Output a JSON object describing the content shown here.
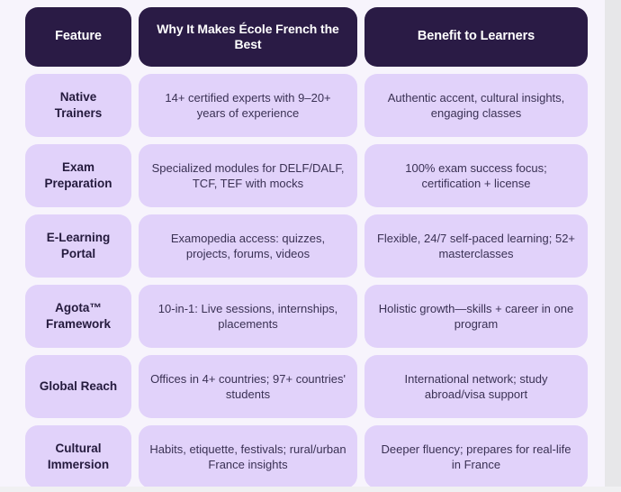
{
  "table": {
    "headers": [
      {
        "label": "Feature"
      },
      {
        "label": "Why It Makes École French the Best"
      },
      {
        "label": "Benefit to Learners"
      }
    ],
    "rows": [
      {
        "feature": "Native Trainers",
        "why": "14+ certified experts with 9–20+ years of experience",
        "benefit": "Authentic accent, cultural insights, engaging classes"
      },
      {
        "feature": "Exam Preparation",
        "why": "Specialized modules for DELF/DALF, TCF, TEF with mocks",
        "benefit": "100% exam success focus; certification + license"
      },
      {
        "feature": "E-Learning Portal",
        "why": "Examopedia access: quizzes, projects, forums, videos",
        "benefit": "Flexible, 24/7 self-paced learning; 52+ masterclasses"
      },
      {
        "feature": "Agota™ Framework",
        "why": "10-in-1: Live sessions, internships, placements",
        "benefit": "Holistic growth—skills + career in one program"
      },
      {
        "feature": "Global Reach",
        "why": "Offices in 4+ countries; 97+ countries' students",
        "benefit": "International network; study abroad/visa support"
      },
      {
        "feature": "Cultural Immersion",
        "why": "Habits, etiquette, festivals; rural/urban France insights",
        "benefit": "Deeper fluency; prepares for real-life in France"
      }
    ]
  },
  "colors": {
    "header_bg": "#2a1b45",
    "cell_bg": "#e1d2fa",
    "page_bg": "#f7f4fc",
    "header_text": "#ffffff",
    "cell_text": "#3a3154",
    "scrollbar_track": "#e7e7e9"
  }
}
